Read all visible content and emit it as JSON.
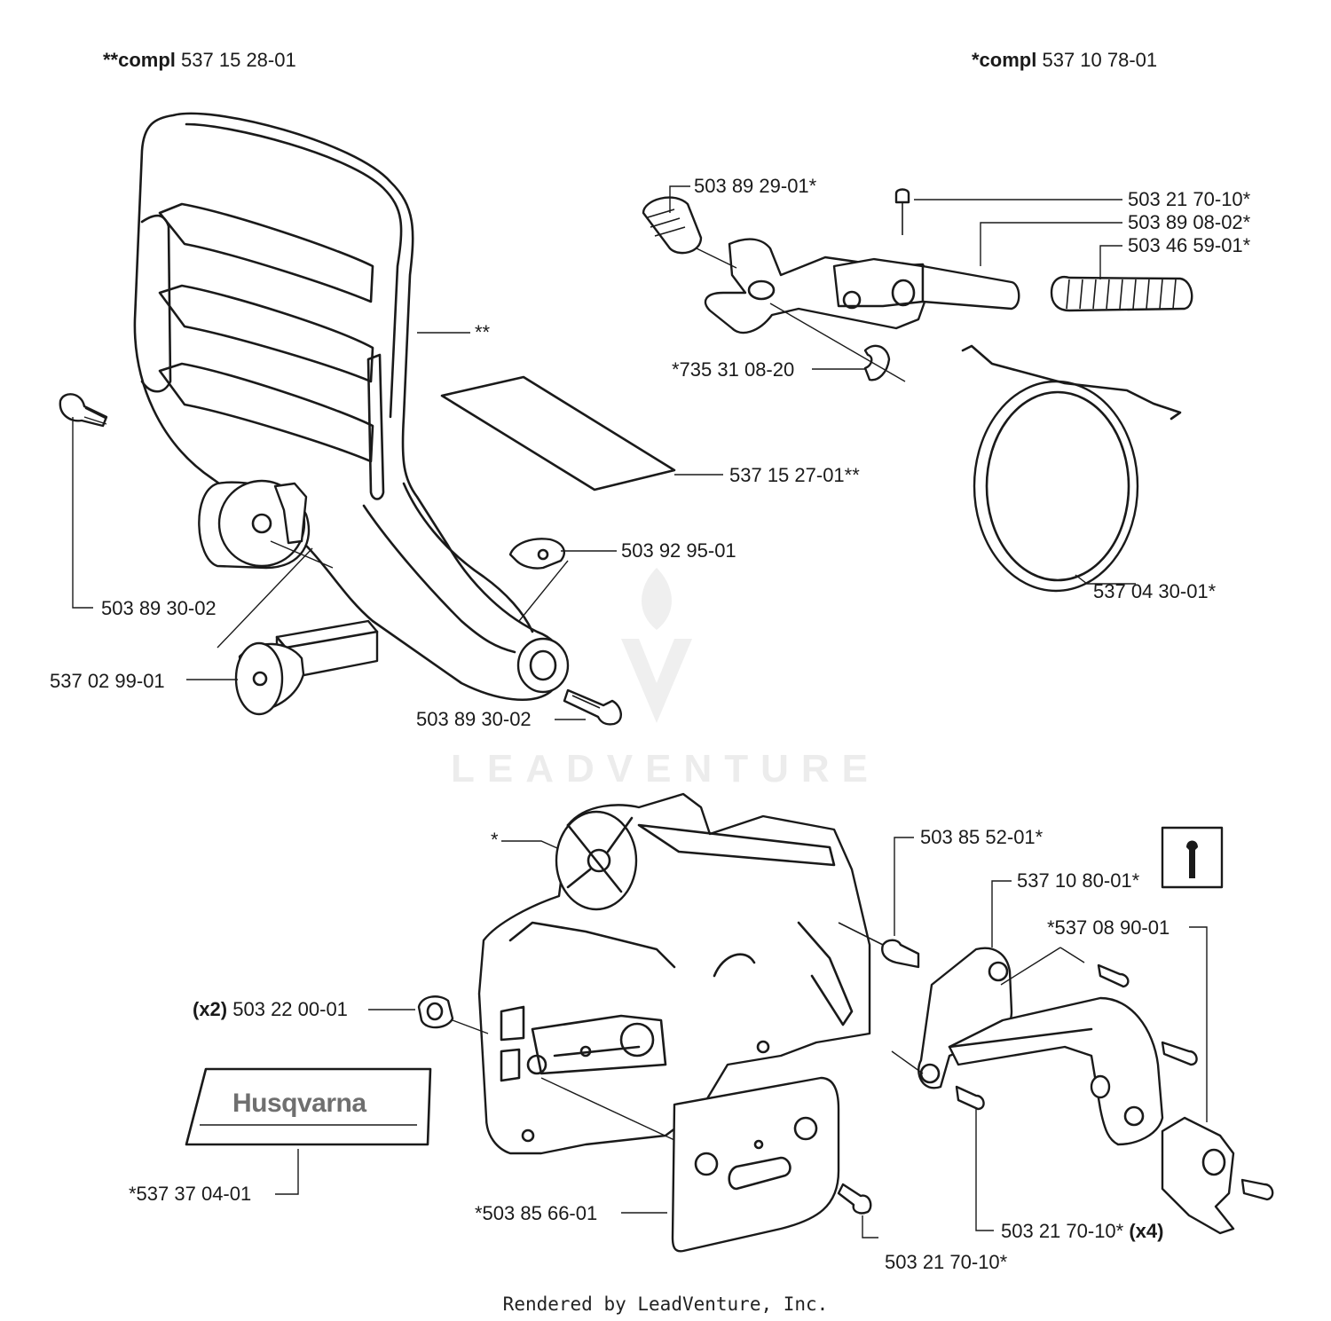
{
  "headers": {
    "left": {
      "prefix": "**compl",
      "number": "537 15 28-01"
    },
    "right": {
      "prefix": "*compl",
      "number": "537 10 78-01"
    }
  },
  "parts": {
    "p1": "503 89 29-01*",
    "p2": "503 21 70-10*",
    "p3": "503 89 08-02*",
    "p4": "503 46 59-01*",
    "p5": "**",
    "p6": "*735 31 08-20",
    "p7": "537 15 27-01**",
    "p8": "503 92 95-01",
    "p9": "537 04 30-01*",
    "p10": "503 89 30-02",
    "p11": "537 02 99-01",
    "p12": "503 89 30-02",
    "p13": "*",
    "p14": "503 85 52-01*",
    "p15": "537 10 80-01*",
    "p16": "*537 08 90-01",
    "p17_qty": "(x2)",
    "p17": "503 22 00-01",
    "p18": "*537 37 04-01",
    "p19": "*503 85 66-01",
    "p20": "503 21 70-10*",
    "p20_qty": "(x4)",
    "p21": "503 21 70-10*"
  },
  "brand_decal": "Husqvarna",
  "watermark": "LEADVENTURE",
  "footer": "Rendered by LeadVenture, Inc.",
  "icons": {
    "tool": "wrench-icon",
    "watermark_logo": "leadventure-logo-icon"
  }
}
